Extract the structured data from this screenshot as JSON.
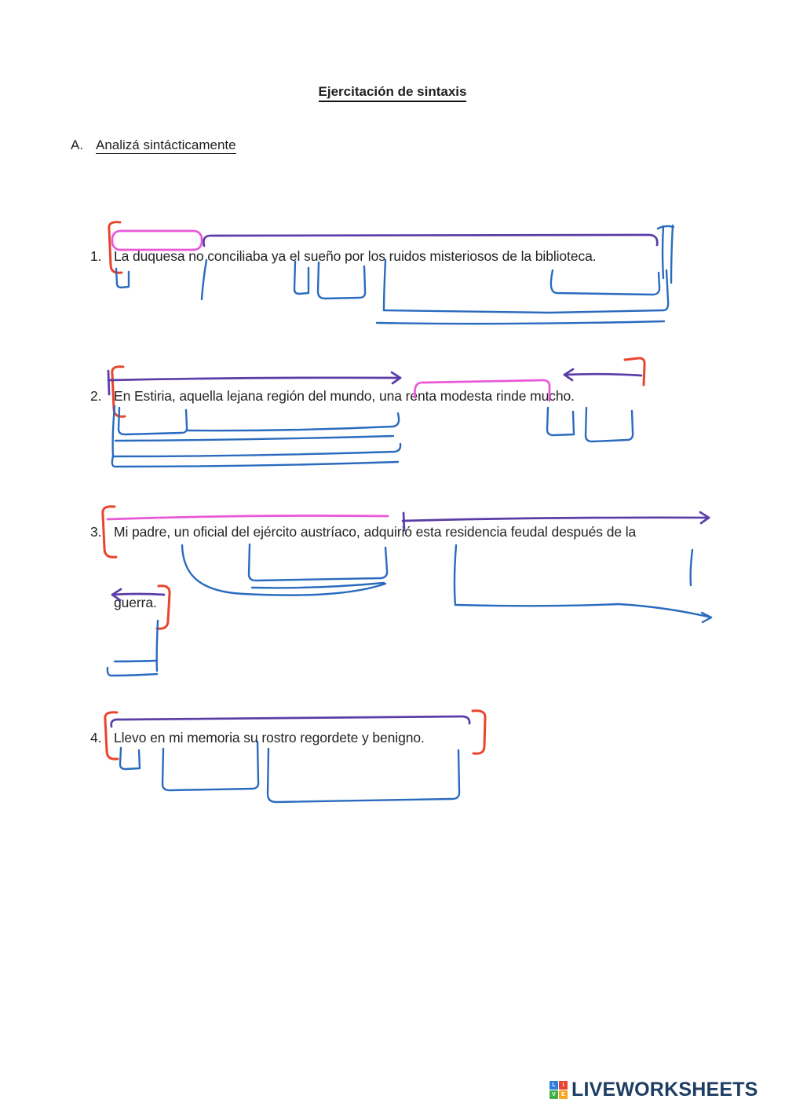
{
  "page": {
    "background": "#ffffff",
    "title": "Ejercitación de sintaxis",
    "section": {
      "label": "A.",
      "title": "Analizá sintácticamente"
    }
  },
  "exercises": [
    {
      "number": "1.",
      "lines": [
        "La duquesa no conciliaba ya el sueño por los ruidos misteriosos de la biblioteca."
      ]
    },
    {
      "number": "2.",
      "lines": [
        "En Estiria, aquella lejana región del mundo, una renta modesta rinde mucho."
      ]
    },
    {
      "number": "3.",
      "lines": [
        "Mi padre, un oficial del ejército austríaco, adquirió esta residencia feudal después de la",
        "guerra."
      ]
    },
    {
      "number": "4.",
      "lines": [
        "Llevo en mi memoria su rostro regordete y benigno."
      ]
    }
  ],
  "annotations": {
    "description": "hand-drawn syntax analysis marks: pink overlines on subjects, purple arrowed overlines on predicates, blue underbrackets on constituents, red sentence brackets",
    "colors": {
      "subject_pink": "#e958d7",
      "predicate_purple": "#5a3da6",
      "analysis_blue": "#2a6bbf",
      "bracket_red": "#e8442e"
    }
  },
  "footer": {
    "brand": "LIVEWORKSHEETS",
    "brand_color": "#1d3d63",
    "logo_tiles": [
      {
        "letter": "L",
        "color": "#2b7de0"
      },
      {
        "letter": "I",
        "color": "#e8442e"
      },
      {
        "letter": "V",
        "color": "#3faf4c"
      },
      {
        "letter": "E",
        "color": "#f5a623"
      }
    ]
  }
}
